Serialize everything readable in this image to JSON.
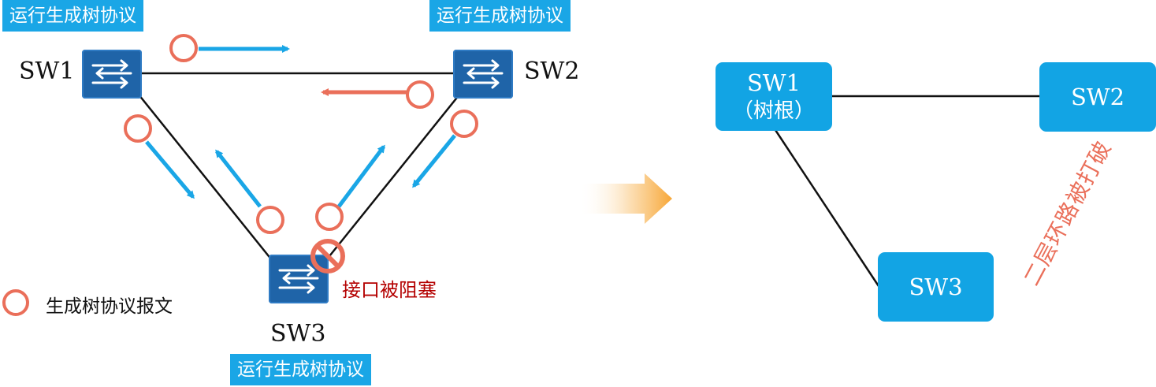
{
  "left": {
    "tags": [
      "运行生成树协议",
      "运行生成树协议",
      "运行生成树协议"
    ],
    "switches": [
      "SW1",
      "SW2",
      "SW3"
    ],
    "blocked_label": "接口被阻塞",
    "legend_label": "生成树协议报文"
  },
  "right": {
    "nodes": {
      "sw1": "SW1",
      "sw1_note": "（树根）",
      "sw2": "SW2",
      "sw3": "SW3"
    },
    "loop_broken_label": "二层环路被打破"
  },
  "colors": {
    "tag_bg": "#1aa6e6",
    "switch_bg": "#1f64a8",
    "arrow_blue": "#1aa6e6",
    "arrow_red": "#ea6f5a",
    "node_bg": "#12a4e4",
    "blocked_text": "#b40000"
  },
  "icons": [
    "switch-icon",
    "bpdu-circle-icon",
    "blocked-icon",
    "transition-arrow-icon"
  ]
}
